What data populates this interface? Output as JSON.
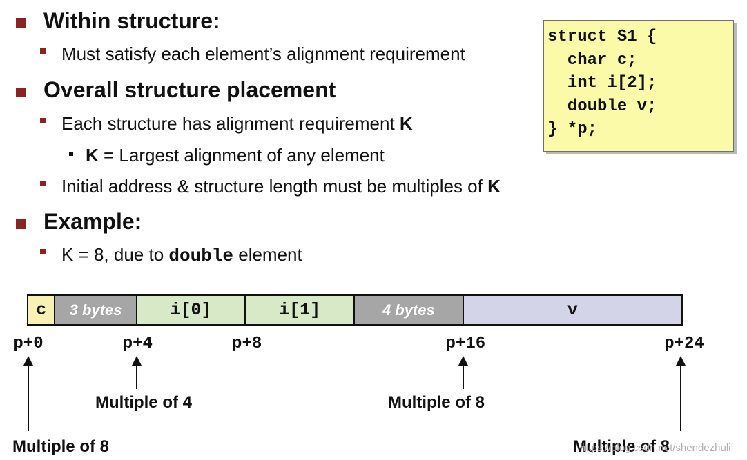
{
  "bullets": {
    "within": {
      "heading": "Within structure:",
      "item1": "Must satisfy each element’s alignment requirement"
    },
    "overall": {
      "heading": "Overall structure placement",
      "item1_text": "Each structure has alignment requirement ",
      "item1_bold": "K",
      "sub_bold": "K",
      "sub_text": " = Largest alignment of any element",
      "item2_text": "Initial address & structure length must be multiples of ",
      "item2_bold": "K"
    },
    "example": {
      "heading": "Example:",
      "item1_pre": "K = 8, due to ",
      "item1_code": "double",
      "item1_post": " element"
    }
  },
  "code": "struct S1 {\n  char c;\n  int i[2];\n  double v;\n} *p;",
  "memory": {
    "cells": [
      {
        "label": "c",
        "color": "#f7f1b4",
        "bytes": 1
      },
      {
        "label": "3 bytes",
        "color": "#a6a6a6",
        "bytes": 3,
        "padding": true
      },
      {
        "label": "i[0]",
        "color": "#d8e9c8",
        "bytes": 4
      },
      {
        "label": "i[1]",
        "color": "#d8e9c8",
        "bytes": 4
      },
      {
        "label": "4 bytes",
        "color": "#a6a6a6",
        "bytes": 4,
        "padding": true
      },
      {
        "label": "v",
        "color": "#d4d4e8",
        "bytes": 8
      }
    ],
    "addresses": [
      "p+0",
      "p+4",
      "p+8",
      "p+16",
      "p+24"
    ],
    "notes": {
      "p0": "Multiple of 8",
      "p4": "Multiple of 4",
      "p16": "Multiple of 8",
      "p24": "Multiple of 8"
    }
  },
  "watermark": "https://blog.csdn.net/shendezhuli"
}
